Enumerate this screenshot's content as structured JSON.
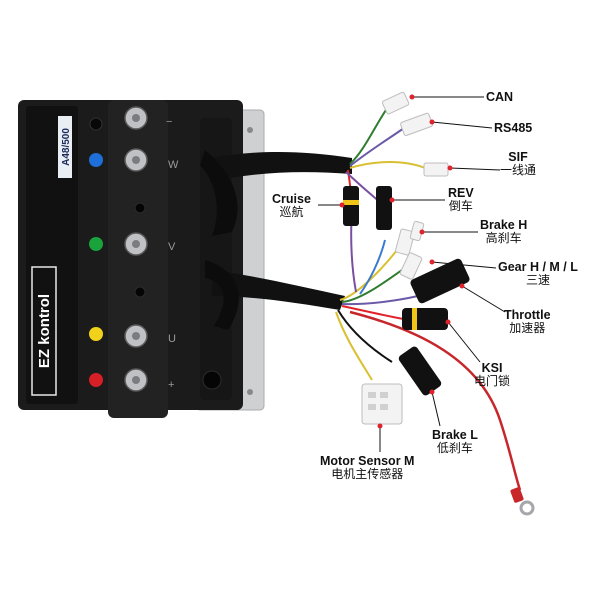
{
  "controller": {
    "brand": "EZ kontrol",
    "model": "A48/500",
    "terminal_symbols": [
      "−",
      "W",
      "V",
      "U",
      "+"
    ],
    "led_colors": [
      "#1e6fd8",
      "#1aa33a",
      "#f1d21a",
      "#d61f26"
    ],
    "body_color": "#1b1b1b",
    "plate_color": "#cfd0d2"
  },
  "connectors": {
    "can": {
      "en": "CAN",
      "zh": ""
    },
    "rs485": {
      "en": "RS485",
      "zh": ""
    },
    "sif": {
      "en": "SIF",
      "zh": "一线通"
    },
    "rev": {
      "en": "REV",
      "zh": "倒车"
    },
    "cruise": {
      "en": "Cruise",
      "zh": "巡航"
    },
    "brake_h": {
      "en": "Brake H",
      "zh": "高刹车"
    },
    "gear": {
      "en": "Gear H / M / L",
      "zh": "三速"
    },
    "throttle": {
      "en": "Throttle",
      "zh": "加速器"
    },
    "ksi": {
      "en": "KSI",
      "zh": "电门锁"
    },
    "brake_l": {
      "en": "Brake L",
      "zh": "低刹车"
    },
    "motor_sensor": {
      "en": "Motor Sensor M",
      "zh": "电机主传感器"
    }
  },
  "accent_color": "#e0232a"
}
